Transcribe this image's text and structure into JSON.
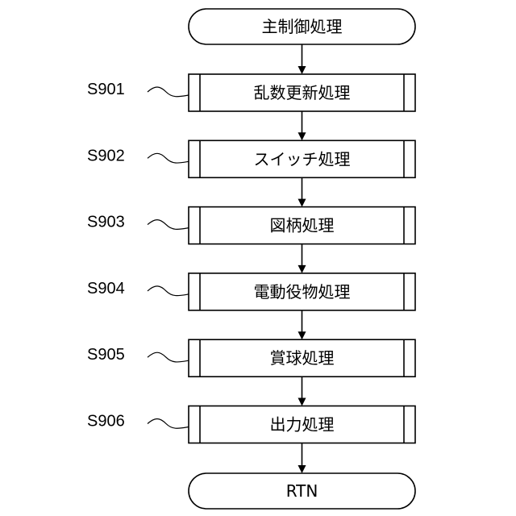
{
  "start": {
    "label": "主制御処理"
  },
  "steps": [
    {
      "id": "S901",
      "label": "乱数更新処理"
    },
    {
      "id": "S902",
      "label": "スイッチ処理"
    },
    {
      "id": "S903",
      "label": "図柄処理"
    },
    {
      "id": "S904",
      "label": "電動役物処理"
    },
    {
      "id": "S905",
      "label": "賞球処理"
    },
    {
      "id": "S906",
      "label": "出力処理"
    }
  ],
  "end": {
    "label": "RTN"
  }
}
